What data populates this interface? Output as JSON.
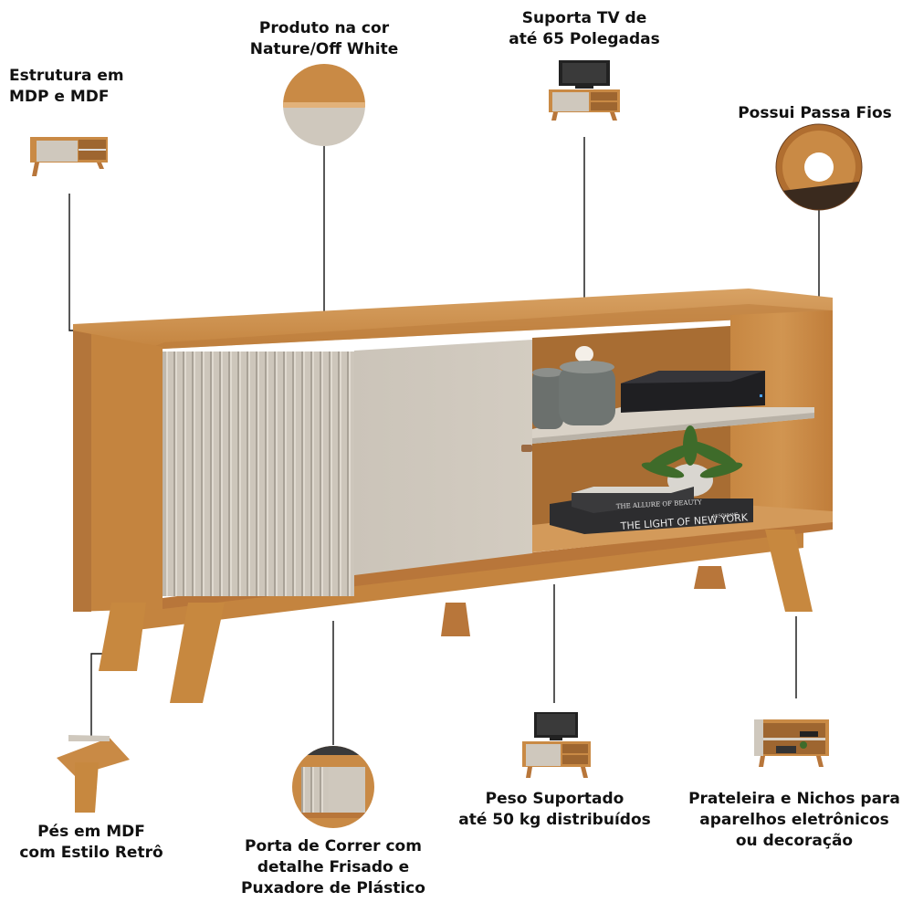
{
  "labels": {
    "estrutura": [
      "Estrutura em",
      "MDP e MDF"
    ],
    "produto": [
      "Produto na cor",
      "Nature/Off White"
    ],
    "suporta_tv": [
      "Suporta TV de",
      "até 65 Polegadas"
    ],
    "passa_fios": [
      "Possui Passa Fios"
    ],
    "pes": [
      "Pés em MDF",
      "com Estilo Retrô"
    ],
    "porta": [
      "Porta de Correr com",
      "detalhe Frisado e",
      "Puxadore de Plástico"
    ],
    "peso": [
      "Peso Suportado",
      "até 50 kg distribuídos"
    ],
    "prateleira": [
      "Prateleira e Nichos para",
      "aparelhos eletrônicos",
      "ou decoração"
    ]
  },
  "books": {
    "top": "THE ALLURE OF BEAUTY",
    "bottom": "THE LIGHT OF NEW YORK",
    "publisher": "ASSOULINE"
  },
  "colors": {
    "wood": "#c98a45",
    "wood_dark": "#a86a30",
    "off_white": "#cfc8bd",
    "line": "#111111"
  }
}
